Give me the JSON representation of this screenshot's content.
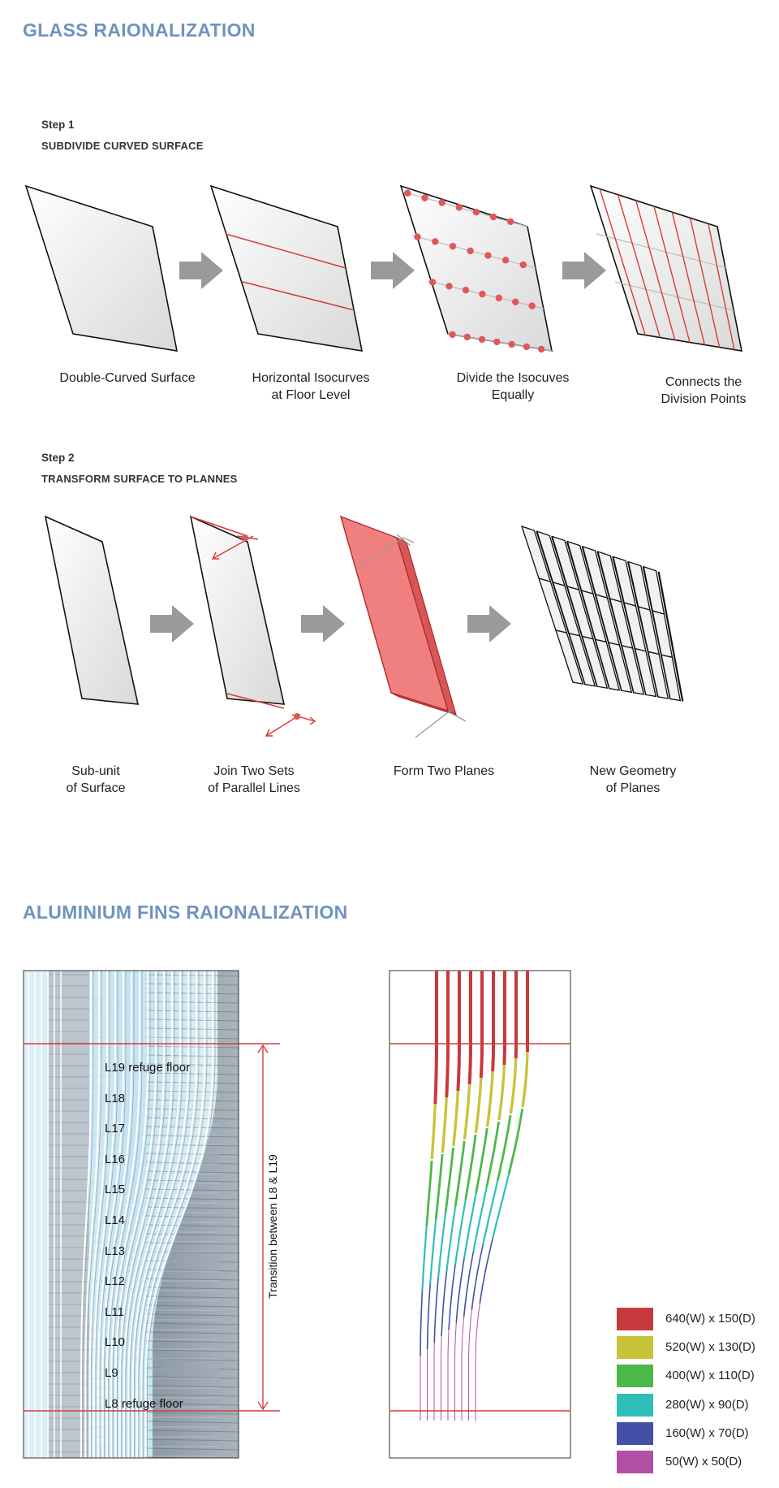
{
  "glass_section": {
    "title": "GLASS RAIONALIZATION",
    "step1": {
      "label": "Step 1",
      "subtitle": "SUBDIVIDE CURVED SURFACE",
      "captions": [
        "Double-Curved Surface",
        "Horizontal Isocurves\nat Floor Level",
        "Divide the Isocuves\nEqually",
        "Connects the\nDivision Points"
      ]
    },
    "step2": {
      "label": "Step 2",
      "subtitle": "TRANSFORM SURFACE TO PLANNES",
      "captions": [
        "Sub-unit\nof Surface",
        "Join Two Sets\nof Parallel Lines",
        "Form Two Planes",
        "New Geometry\nof Planes"
      ]
    }
  },
  "fins_section": {
    "title": "ALUMINIUM FINS RAIONALIZATION",
    "levels": [
      "L19 refuge floor",
      "L18",
      "L17",
      "L16",
      "L15",
      "L14",
      "L13",
      "L12",
      "L11",
      "L10",
      "L9",
      "L8 refuge floor"
    ],
    "transition_label": "Transition between L8 & L19",
    "legend": [
      {
        "label": "640(W) x 150(D)",
        "color": "#c8393e"
      },
      {
        "label": "520(W) x 130(D)",
        "color": "#c7c43a"
      },
      {
        "label": "400(W) x 110(D)",
        "color": "#4cb848"
      },
      {
        "label": "280(W) x 90(D)",
        "color": "#2fbfba"
      },
      {
        "label": "160(W) x 70(D)",
        "color": "#4350a8"
      },
      {
        "label": "50(W) x 50(D)",
        "color": "#b24fa6"
      }
    ]
  },
  "colors": {
    "accent_red": "#d93a3a",
    "heading_blue": "#6f93bd",
    "arrow_gray": "#9a9a9a"
  }
}
